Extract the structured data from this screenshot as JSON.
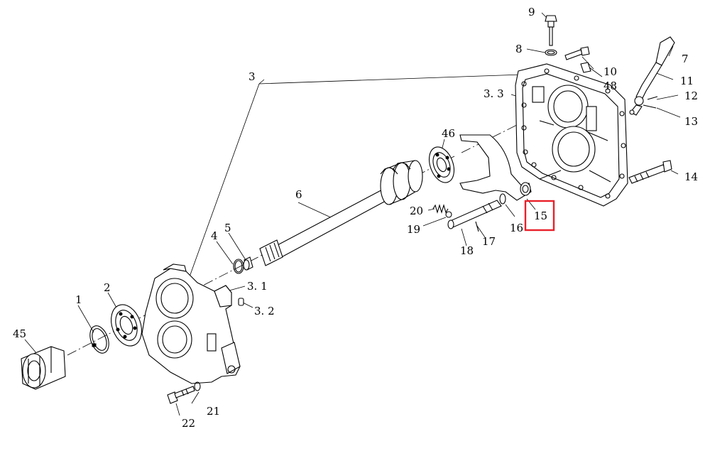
{
  "diagram": {
    "highlight_color": "#e8202a",
    "highlighted_part": "15",
    "labels": {
      "p1": "1",
      "p2": "2",
      "p3": "3",
      "p3_1": "3. 1",
      "p3_2": "3. 2",
      "p3_3": "3. 3",
      "p4": "4",
      "p5": "5",
      "p6": "6",
      "p7": "7",
      "p8": "8",
      "p9": "9",
      "p10": "10",
      "p11": "11",
      "p12": "12",
      "p13": "13",
      "p14": "14",
      "p15": "15",
      "p16": "16",
      "p17": "17",
      "p18": "18",
      "p19": "19",
      "p20": "20",
      "p21": "21",
      "p22": "22",
      "p45": "45",
      "p46": "46",
      "p48": "48"
    }
  }
}
